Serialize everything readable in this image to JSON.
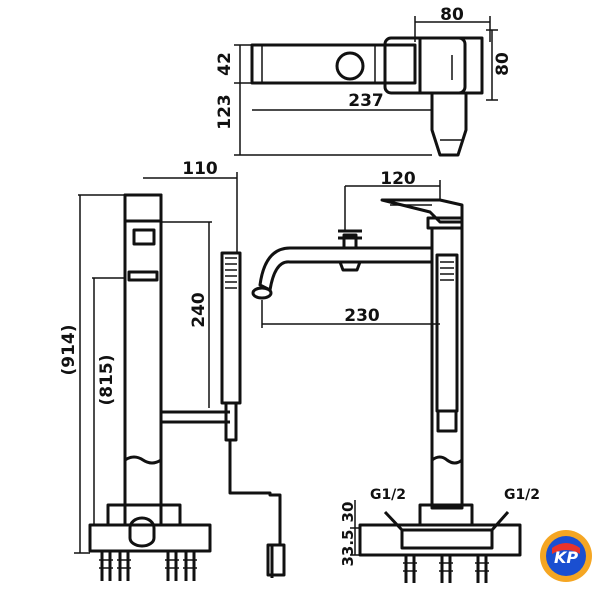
{
  "dimensions": {
    "top_width": "80",
    "top_height_right": "80",
    "top_height_left": "42",
    "top_length": "237",
    "top_drop": "123",
    "side_reach": "110",
    "side_total": "(914)",
    "side_inner": "(815)",
    "side_handshower": "240",
    "front_reach": "120",
    "front_spout": "230",
    "base_30": "30",
    "base_335": "33.5",
    "thread_left": "G1/2",
    "thread_right": "G1/2"
  },
  "logo": {
    "text": "KP",
    "colors": {
      "ring": "#f5a623",
      "inner": "#1a4fd1",
      "accent": "#e8332a"
    }
  }
}
